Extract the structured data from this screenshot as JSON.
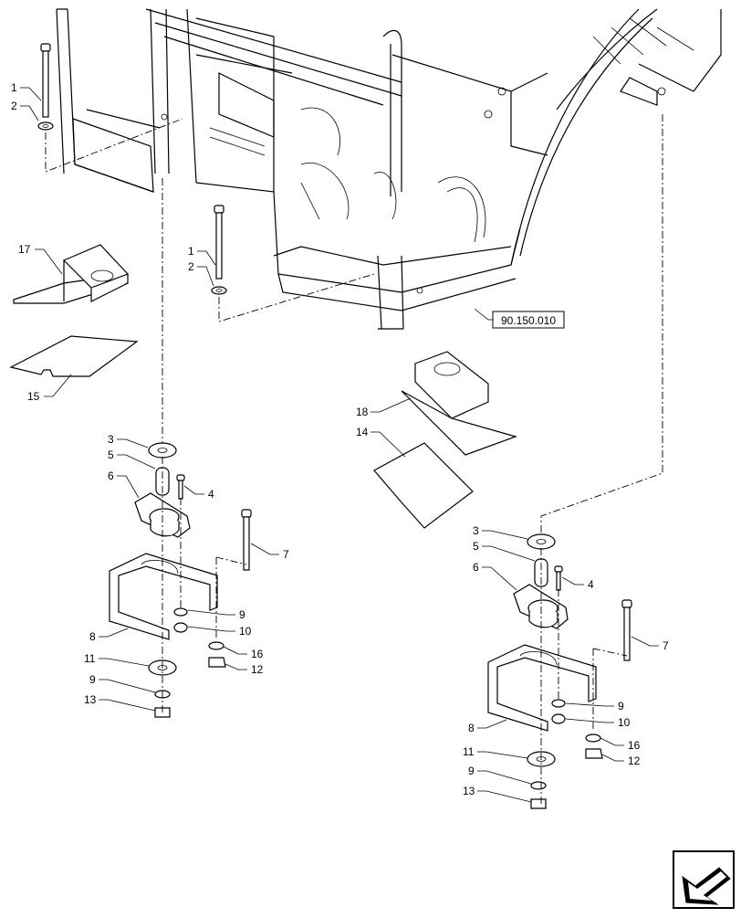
{
  "callouts": {
    "c1a": "1",
    "c2a": "2",
    "c1b": "1",
    "c2b": "2",
    "c17": "17",
    "c15": "15",
    "c18": "18",
    "c14": "14",
    "L3": "3",
    "L5": "5",
    "L6": "6",
    "L4": "4",
    "L7": "7",
    "L8": "8",
    "L9": "9",
    "L10": "10",
    "L16": "16",
    "L12": "12",
    "L11": "11",
    "L9b": "9",
    "L13": "13",
    "R3": "3",
    "R5": "5",
    "R6": "6",
    "R4": "4",
    "R7": "7",
    "R8": "8",
    "R9": "9",
    "R10": "10",
    "R16": "16",
    "R12": "12",
    "R11": "11",
    "R9b": "9",
    "R13": "13"
  },
  "reference": {
    "label": "90.150.010"
  },
  "icons": {
    "nav": "previous-page-arrow-icon"
  }
}
